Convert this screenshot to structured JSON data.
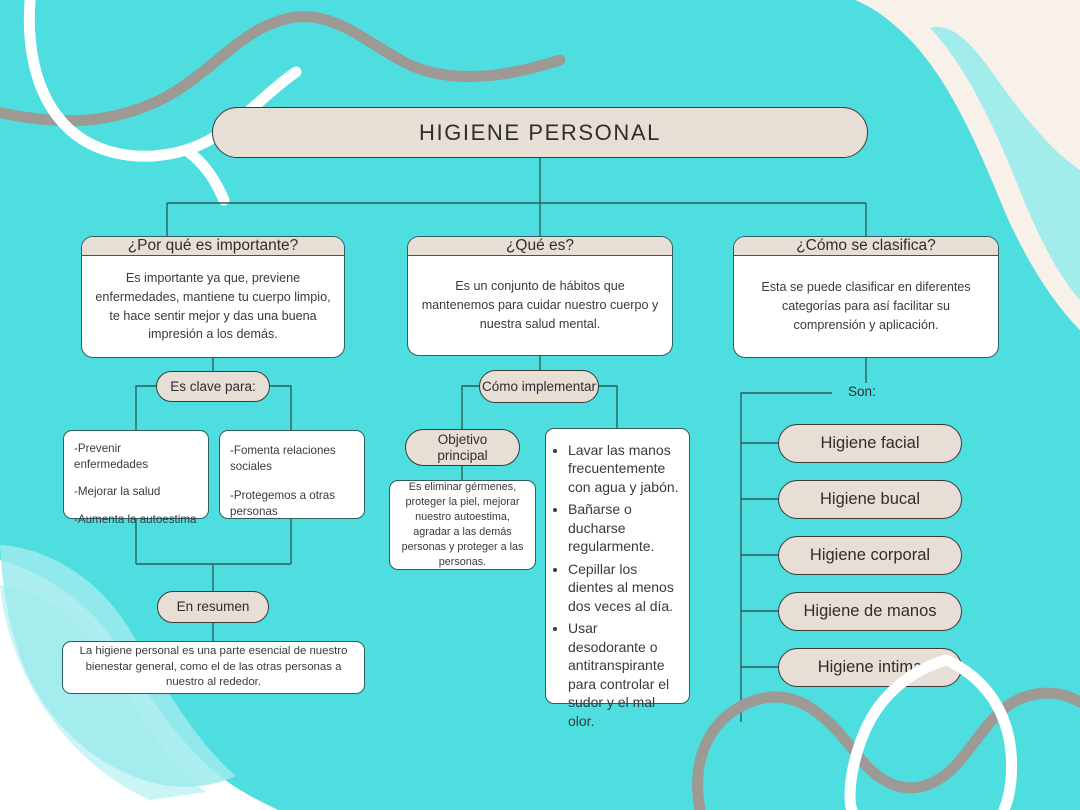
{
  "theme": {
    "background": "#4EDEE0",
    "node_fill": "#E7DED6",
    "card_fill": "#FFFFFF",
    "line_color": "#2E5F5E",
    "text_color": "#2E2E2E",
    "cream": "#F7F1EA",
    "gray_ribbon": "#9D9995",
    "white_ribbon": "#FFFFFF",
    "pale_teal": "#9EEBEC"
  },
  "root": {
    "title": "HIGIENE PERSONAL"
  },
  "branches": {
    "importance": {
      "question": "¿Por qué es importante?",
      "answer": "Es importante ya que, previene enfermedades, mantiene tu cuerpo limpio, te hace sentir mejor y das una buena impresión a los demás.",
      "subtitle": "Es clave para:",
      "list_left": [
        "-Prevenir enfermedades",
        "-Mejorar la salud",
        "-Aumenta la autoestima"
      ],
      "list_right": [
        "-Fomenta relaciones sociales",
        "-Protegemos a otras personas"
      ],
      "summary_label": "En resumen",
      "summary_text": "La higiene  personal es una parte esencial de nuestro bienestar general, como el de las otras personas a nuestro al rededor."
    },
    "what": {
      "question": "¿Qué es?",
      "answer": "Es un conjunto de hábitos que mantenemos para cuidar nuestro cuerpo y nuestra salud mental.",
      "subtitle": "Cómo implementar",
      "objective_label": "Objetivo principal",
      "objective_text": "Es eliminar gérmenes, proteger la piel, mejorar nuestro autoestima, agradar a las demás personas y proteger a las personas.",
      "steps": [
        " Lavar las manos frecuentemente con agua y jabón.",
        "Bañarse o ducharse regularmente.",
        "Cepillar los dientes al menos dos veces al día.",
        "Usar desodorante o antitranspirante para controlar el sudor y el mal olor."
      ]
    },
    "classification": {
      "question": "¿Cómo se clasifica?",
      "answer": "Esta se puede clasificar en diferentes categorías para así facilitar su comprensión y aplicación.",
      "subtitle": "Son:",
      "categories": [
        "Higiene facial",
        "Higiene bucal",
        "Higiene corporal",
        "Higiene de manos",
        "Higiene intima"
      ]
    }
  }
}
